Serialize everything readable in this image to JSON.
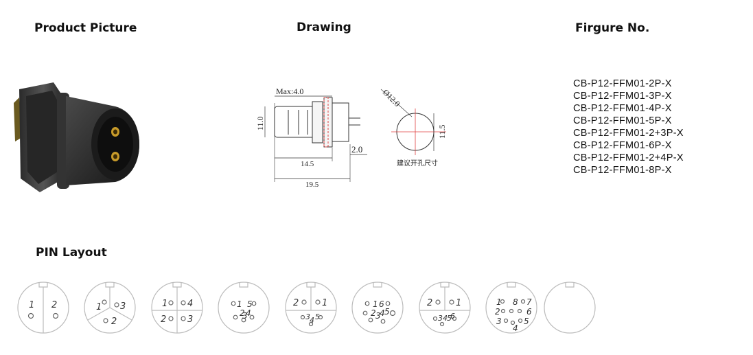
{
  "headings": {
    "product_picture": "Product Picture",
    "drawing": "Drawing",
    "figure_no": "Firgure No.",
    "pin_layout": "PIN Layout"
  },
  "drawing": {
    "max_label": "Max:4.0",
    "height_label": "11.0",
    "len_145": "14.5",
    "len_195": "19.5",
    "len_20": "2.0",
    "dia_label": "Ø12.0",
    "hole_label": "11.5",
    "hole_caption": "建议开孔尺寸"
  },
  "figure_numbers": [
    "CB-P12-FFM01-2P-X",
    "CB-P12-FFM01-3P-X",
    "CB-P12-FFM01-4P-X",
    "CB-P12-FFM01-5P-X",
    "CB-P12-FFM01-2+3P-X",
    "CB-P12-FFM01-6P-X",
    "CB-P12-FFM01-2+4P-X",
    "CB-P12-FFM01-8P-X"
  ],
  "pin_layouts": {
    "p2": [
      "1",
      "2"
    ],
    "p3": [
      "1",
      "2",
      "3"
    ],
    "p4": [
      "1",
      "2",
      "3",
      "4"
    ],
    "p5": [
      "1",
      "2",
      "3",
      "4",
      "5"
    ],
    "p23": [
      "2",
      "1",
      "3",
      "4",
      "5"
    ],
    "p6": [
      "1",
      "6",
      "2",
      "3",
      "4",
      "5"
    ],
    "p24": [
      "2",
      "1",
      "3",
      "4",
      "5",
      "6"
    ],
    "p8": [
      "1",
      "8",
      "7",
      "2",
      "6",
      "3",
      "5",
      "4"
    ]
  }
}
